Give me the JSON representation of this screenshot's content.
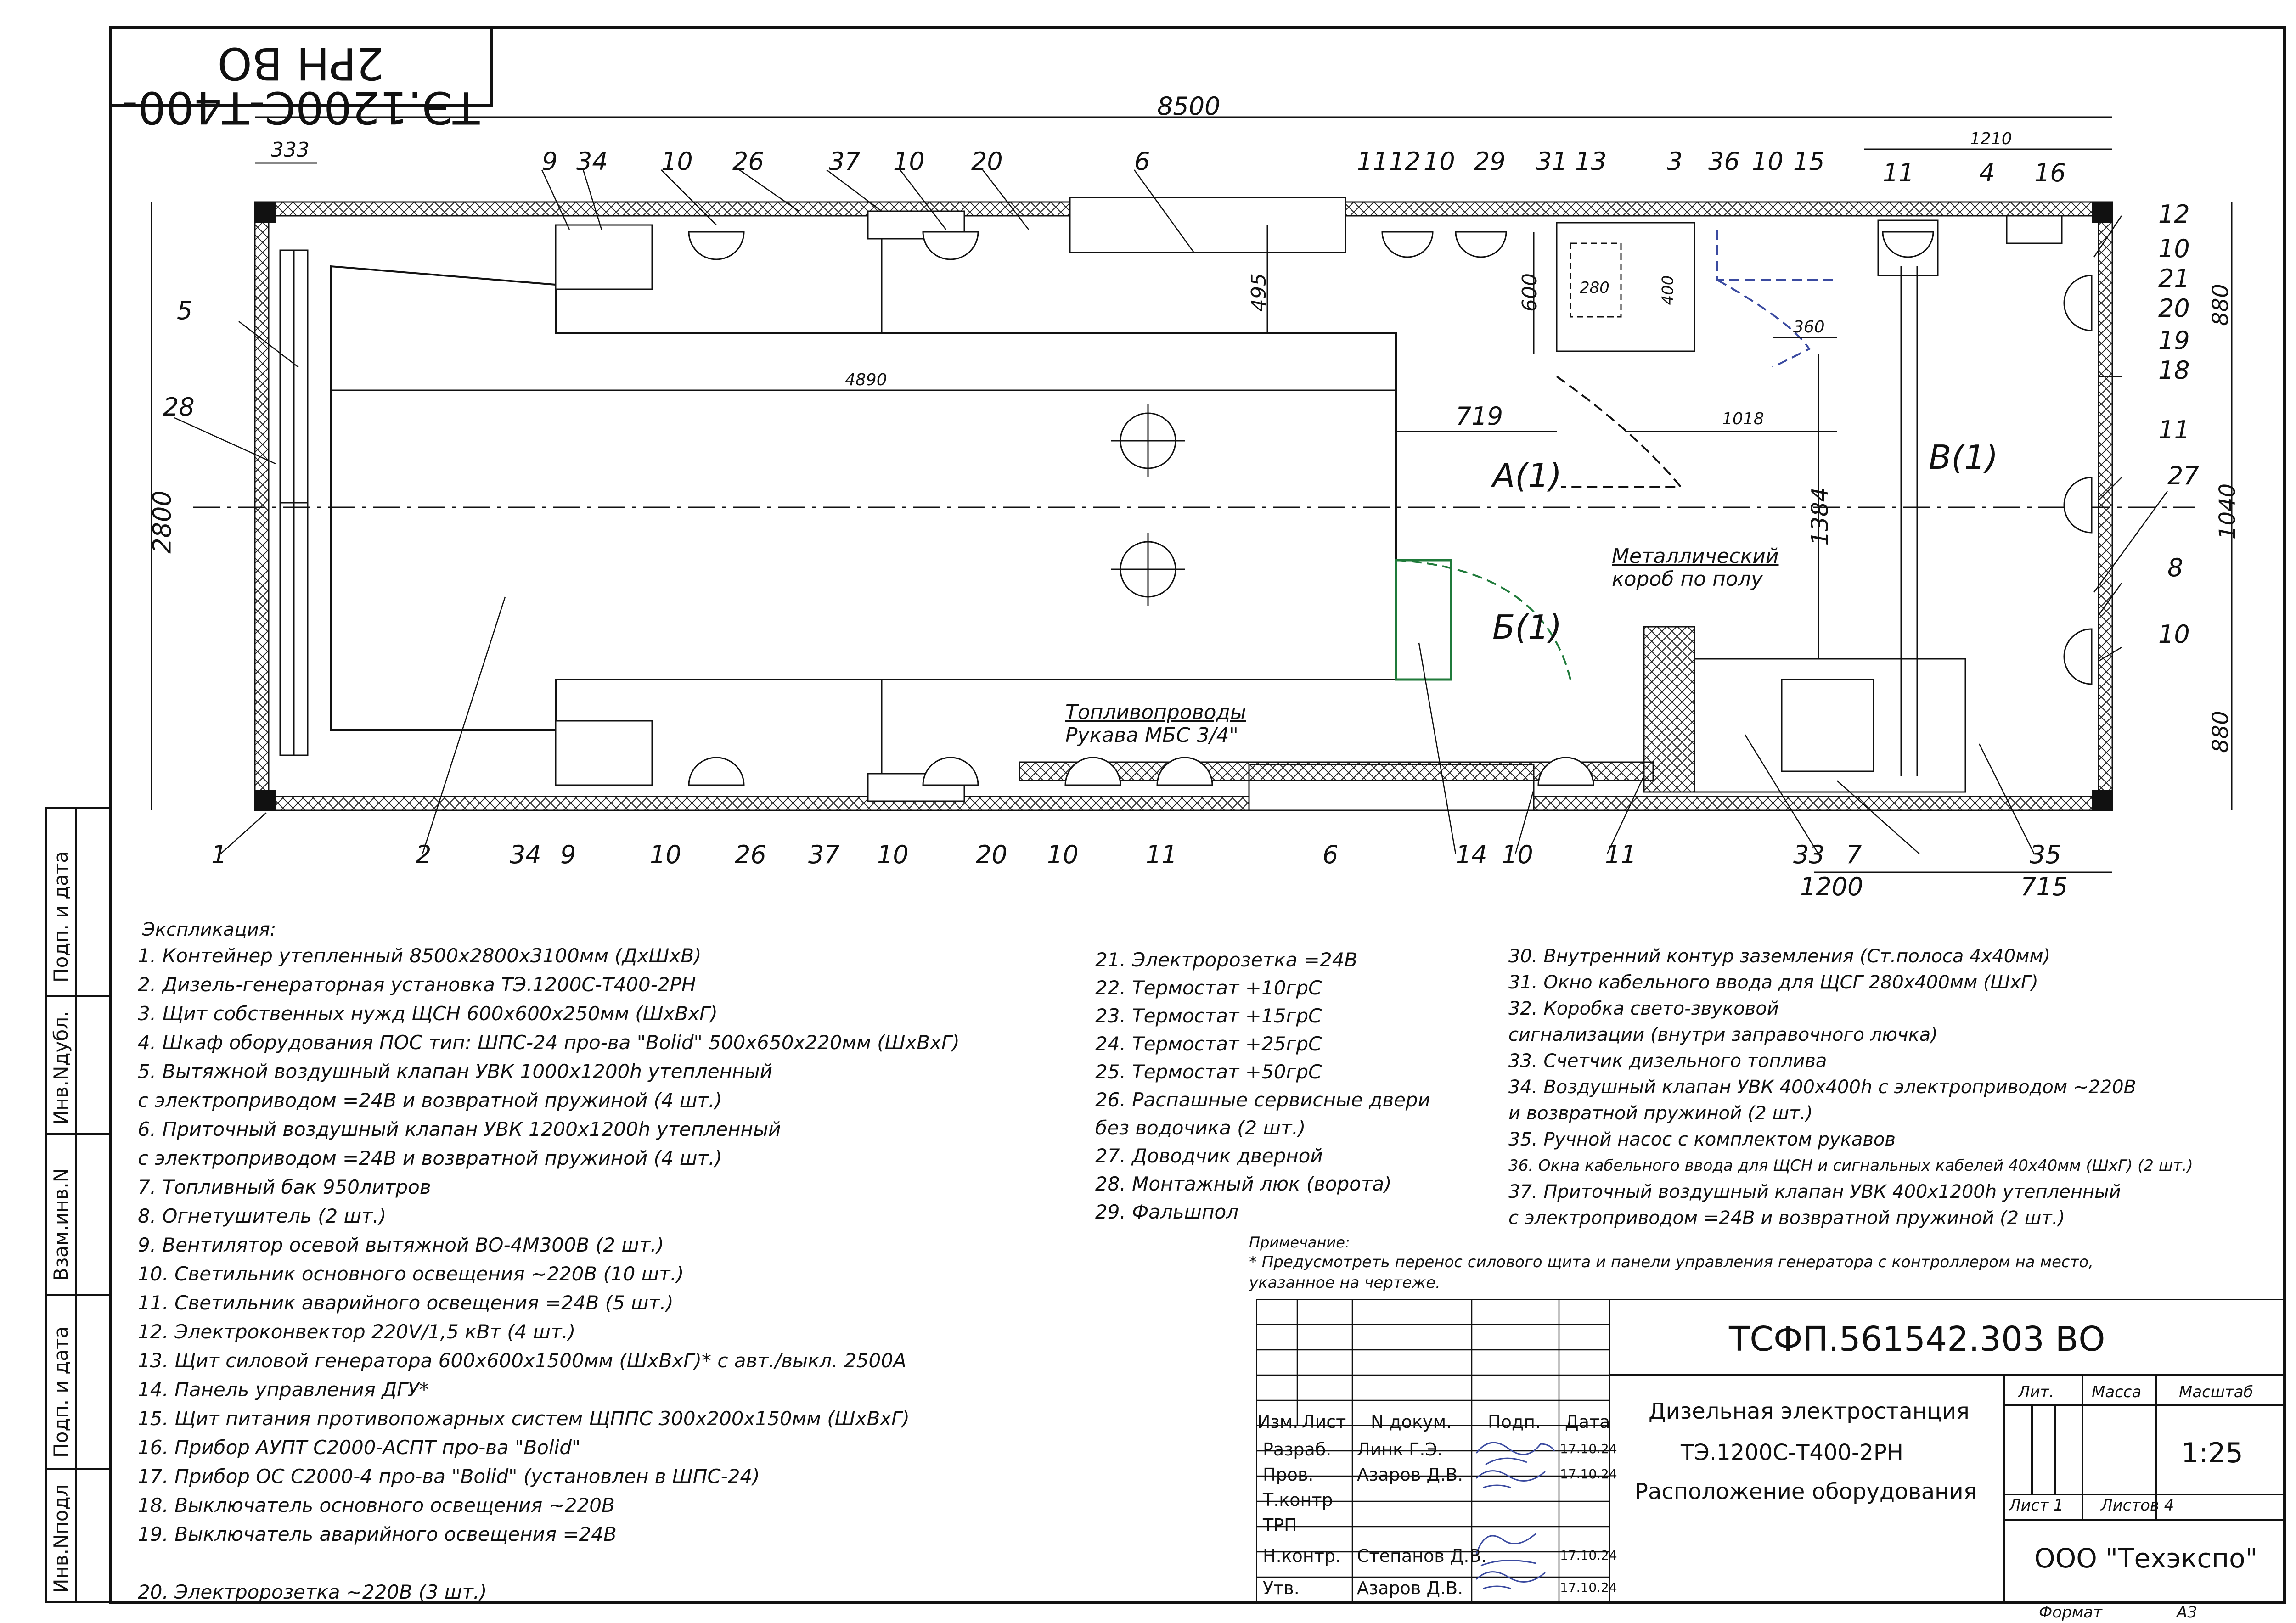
{
  "stamp_code": "ТЭ.1200С-Т400-2РН ВО",
  "dimensions": {
    "overall_length": "8500",
    "d333": "333",
    "d495": "495",
    "d600": "600",
    "d280": "280",
    "d400": "400",
    "d1210": "1210",
    "d360": "360",
    "d1018": "1018",
    "d719": "719",
    "d4890": "4890",
    "d1384": "1384",
    "d2800": "2800",
    "d880_top": "880",
    "d1040": "1040",
    "d880_bottom": "880",
    "d1200": "1200",
    "d715": "715"
  },
  "views": {
    "a": "А(1)",
    "b": "Б(1)",
    "v": "В(1)"
  },
  "callouts": {
    "box_note_line1": "Металлический",
    "box_note_line2": "короб по полу",
    "fuel_note_line1": "Топливопроводы",
    "fuel_note_line2": "Рукава МБС 3/4\""
  },
  "leaders_top": [
    "9",
    "34",
    "10",
    "26",
    "37",
    "10",
    "20",
    "6",
    "11",
    "12",
    "10",
    "29",
    "31",
    "13",
    "3",
    "36",
    "10",
    "15",
    "11",
    "4",
    "16"
  ],
  "leaders_right": [
    "12",
    "10",
    "21",
    "20",
    "19",
    "18",
    "11",
    "27",
    "8",
    "10"
  ],
  "leaders_bottom": [
    "1",
    "2",
    "34",
    "9",
    "10",
    "26",
    "37",
    "10",
    "20",
    "10",
    "11",
    "6",
    "14",
    "10",
    "11",
    "33",
    "7",
    "35"
  ],
  "leaders_left": [
    "5",
    "28"
  ],
  "explication": {
    "title": "Экспликация:",
    "col1": [
      "1.  Контейнер утепленный 8500х2800х3100мм (ДхШхВ)",
      "2.  Дизель-генераторная установка ТЭ.1200С-Т400-2РН",
      "3.  Щит собственных нужд ЩСН 600х600х250мм (ШхВхГ)",
      "4.  Шкаф оборудования ПОС тип: ШПС-24 про-ва \"Bolid\" 500х650х220мм (ШхВхГ)",
      "5.  Вытяжной воздушный клапан УВК 1000х1200h утепленный",
      "      с электроприводом =24В и возвратной пружиной (4 шт.)",
      "6.  Приточный воздушный клапан УВК 1200х1200h утепленный",
      "      с электроприводом =24В и возвратной пружиной (4 шт.)",
      "7.  Топливный бак 950литров",
      "8.  Огнетушитель (2 шт.)",
      "9.  Вентилятор осевой вытяжной ВО-4М300В (2 шт.)",
      "10.  Светильник основного освещения ~220В (10 шт.)",
      "11.  Светильник аварийного освещения =24В (5 шт.)",
      "12.  Электроконвектор 220V/1,5 кВт (4 шт.)",
      "13.  Щит силовой генератора 600х600х1500мм (ШхВхГ)* с авт./выкл. 2500А",
      "14.  Панель управления ДГУ*",
      "15.  Щит питания противопожарных систем ЩППС 300х200х150мм (ШхВхГ)",
      "16.  Прибор АУПТ С2000-АСПТ про-ва \"Bolid\"",
      "17.  Прибор ОС С2000-4 про-ва \"Bolid\" (установлен в ШПС-24)",
      "18.  Выключатель основного освещения ~220В",
      "19.  Выключатель аварийного освещения =24В",
      "",
      "20.  Электророзетка ~220В (3 шт.)"
    ],
    "col2": [
      "21.  Электророзетка =24В",
      "22.  Термостат +10грС",
      "23.  Термостат +15грС",
      "24.  Термостат +25грС",
      "25.  Термостат +50грС",
      "26.  Распашные сервисные двери",
      "       без водочика (2 шт.)",
      "27.  Доводчик дверной",
      "28.  Монтажный люк (ворота)",
      "29.  Фальшпол"
    ],
    "col3": [
      "30.  Внутренний контур заземления (Ст.полоса 4х40мм)",
      "31.  Окно кабельного ввода для ЩСГ 280х400мм (ШхГ)",
      "32.  Коробка свето-звуковой",
      "       сигнализации (внутри заправочного лючка)",
      "33.  Счетчик дизельного топлива",
      "34.  Воздушный клапан УВК 400х400h с электроприводом ~220В",
      "       и возвратной пружиной (2 шт.)",
      "35.  Ручной насос с комплектом рукавов",
      "36.  Окна кабельного ввода для ЩСН и сигнальных кабелей 40х40мм (ШхГ) (2 шт.)",
      "37.  Приточный воздушный клапан УВК 400х1200h утепленный",
      "       с электроприводом =24В и возвратной пружиной (2 шт.)"
    ]
  },
  "note": {
    "title": "Примечание:",
    "line1": "* Предусмотреть перенос силового щита и панели управления генератора с контроллером на место,",
    "line2": "указанное на чертеже."
  },
  "title_block": {
    "designation": "ТСФП.561542.303 ВО",
    "name_line1": "Дизельная электростанция",
    "name_line2": "ТЭ.1200С-Т400-2РН",
    "name_line3": "Расположение оборудования",
    "hdr_izm": "Изм.",
    "hdr_list": "Лист",
    "hdr_ndok": "N докум.",
    "hdr_podp": "Подп.",
    "hdr_data": "Дата",
    "lit": "Лит.",
    "massa": "Масса",
    "masshtab": "Масштаб",
    "scale": "1:25",
    "sheet": "Лист  1",
    "sheets": "Листов   4",
    "company": "ООО \"Техэкспо\"",
    "format_label": "Формат",
    "format_value": "А3",
    "rows": [
      {
        "role": "Разраб.",
        "name": "Линк Г.Э.",
        "date": "17.10.24"
      },
      {
        "role": "Пров.",
        "name": "Азаров Д.В.",
        "date": "17.10.24"
      },
      {
        "role": "Т.контр",
        "name": "",
        "date": ""
      },
      {
        "role": "ТРП",
        "name": "",
        "date": ""
      },
      {
        "role": "Н.контр.",
        "name": "Степанов Д.В.",
        "date": "17.10.24"
      },
      {
        "role": "Утв.",
        "name": "Азаров Д.В.",
        "date": "17.10.24"
      }
    ]
  },
  "side_stamp": {
    "podp_data_1": "Подп. и дата",
    "inv_dubl": "Инв.Nдубл.",
    "vzam": "Взам.инв.N",
    "podp_data_2": "Подп. и дата",
    "inv_podl": "Инв.Nподл"
  },
  "colors": {
    "line": "#111111",
    "door_blue": "#3a4aa0",
    "door_green": "#1f7a3a"
  }
}
